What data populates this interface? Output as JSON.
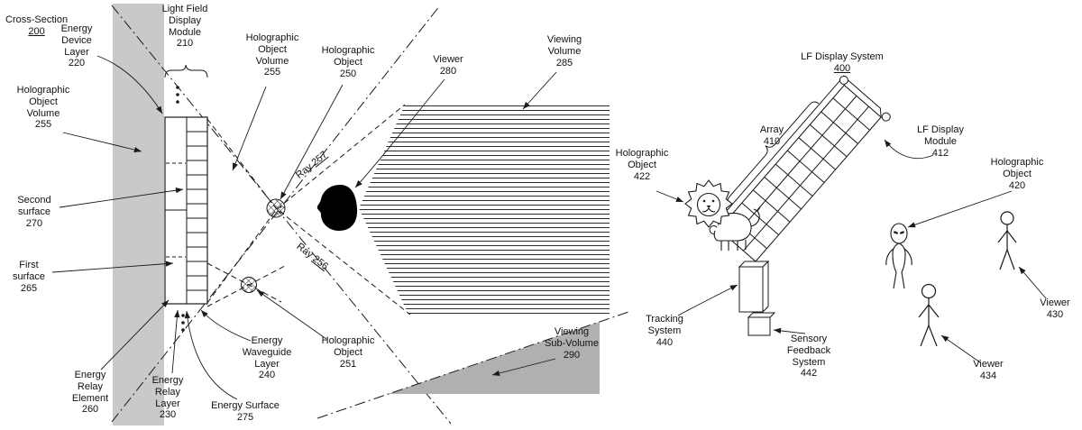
{
  "colors": {
    "ink": "#1a1a1a",
    "object_volume_shade": "#c9c9c9",
    "viewing_sub_volume_shade": "#b0b0b0",
    "background": "#ffffff"
  },
  "fig_left": {
    "labels": {
      "cross_section": {
        "title": "Cross-Section",
        "num": "200"
      },
      "energy_device_layer": {
        "text": "Energy\nDevice\nLayer\n220"
      },
      "light_field_display_module": {
        "text": "Light Field\nDisplay\nModule\n210"
      },
      "holographic_object_volume_top": {
        "text": "Holographic\nObject\nVolume\n255"
      },
      "holographic_object_250": {
        "text": "Holographic\nObject\n250"
      },
      "viewer_280": {
        "text": "Viewer\n280"
      },
      "viewing_volume_285": {
        "text": "Viewing\nVolume\n285"
      },
      "holographic_object_volume_left": {
        "text": "Holographic\nObject\nVolume\n255"
      },
      "second_surface_270": {
        "text": "Second\nsurface\n270"
      },
      "first_surface_265": {
        "text": "First\nsurface\n265"
      },
      "energy_relay_element_260": {
        "text": "Energy\nRelay\nElement\n260"
      },
      "energy_relay_layer_230": {
        "text": "Energy\nRelay\nLayer\n230"
      },
      "energy_surface_275": {
        "text": "Energy Surface\n275"
      },
      "energy_waveguide_layer_240": {
        "text": "Energy\nWaveguide\nLayer\n240"
      },
      "holographic_object_251": {
        "text": "Holographic\nObject\n251"
      },
      "ray_257": {
        "prefix": "Ray",
        "num": "257"
      },
      "ray_256": {
        "prefix": "Ray",
        "num": "256"
      },
      "viewing_sub_volume_290": {
        "text": "Viewing\nSub-Volume\n290"
      }
    }
  },
  "fig_right": {
    "labels": {
      "lf_display_system": {
        "title": "LF Display System",
        "num": "400"
      },
      "array_410": {
        "text": "Array\n410"
      },
      "holographic_object_422": {
        "text": "Holographic\nObject\n422"
      },
      "lf_display_module_412": {
        "text": "LF Display\nModule\n412"
      },
      "holographic_object_420": {
        "text": "Holographic\nObject\n420"
      },
      "tracking_system_440": {
        "text": "Tracking\nSystem\n440"
      },
      "sensory_feedback_system_442": {
        "text": "Sensory\nFeedback\nSystem\n442"
      },
      "viewer_430": {
        "text": "Viewer\n430"
      },
      "viewer_434": {
        "text": "Viewer\n434"
      }
    }
  }
}
